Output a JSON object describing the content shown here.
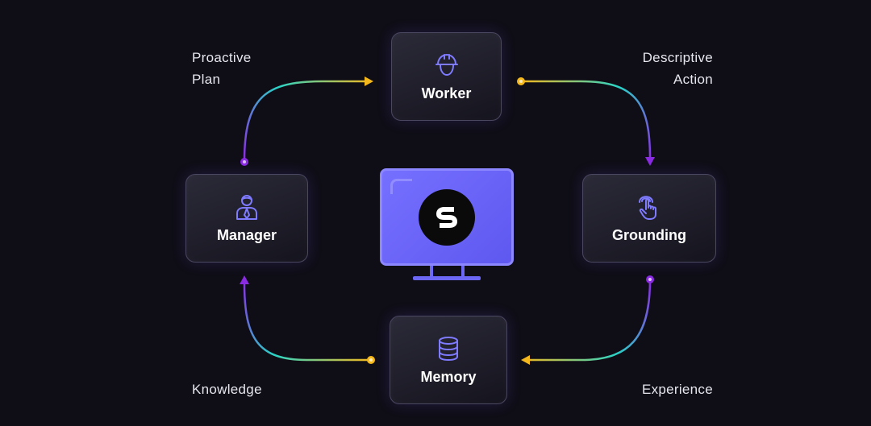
{
  "nodes": {
    "worker": {
      "label": "Worker",
      "icon": "worker-helmet-icon"
    },
    "manager": {
      "label": "Manager",
      "icon": "manager-person-icon"
    },
    "grounding": {
      "label": "Grounding",
      "icon": "pointer-hand-icon"
    },
    "memory": {
      "label": "Memory",
      "icon": "database-icon"
    }
  },
  "center": {
    "icon": "monitor-icon",
    "logo": "s-logo-icon"
  },
  "captions": {
    "proactive_plan": [
      "Proactive",
      "Plan"
    ],
    "descriptive_action": [
      "Descriptive",
      "Action"
    ],
    "knowledge": "Knowledge",
    "experience": "Experience"
  },
  "colors": {
    "background": "#0f0e16",
    "accent_purple": "#8a2be2",
    "accent_yellow": "#f5b81c",
    "accent_teal": "#2ad4c6",
    "monitor_fill": "#6c66f8",
    "icon_color": "#7f7bff"
  }
}
